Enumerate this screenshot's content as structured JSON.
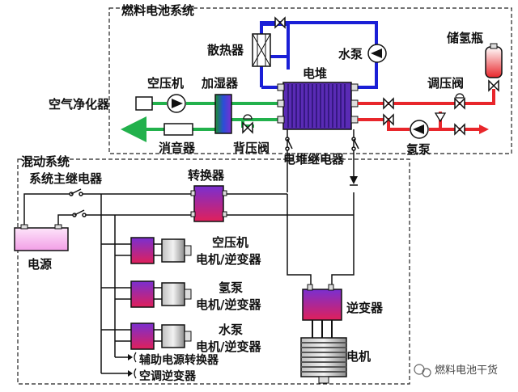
{
  "labels": {
    "fuel_cell_system": "燃料电池系统",
    "hybrid_system": "混动系统",
    "radiator": "散热器",
    "water_pump": "水泵",
    "hydrogen_tank": "储氢瓶",
    "pressure_regulator": "调压阀",
    "stack": "电堆",
    "air_compressor": "空压机",
    "humidifier": "加湿器",
    "air_filter": "空气净化器",
    "muffler": "消音器",
    "back_pressure_valve": "背压阀",
    "stack_relay": "电堆继电器",
    "hydrogen_pump": "氢泵",
    "main_relay": "系统主继电器",
    "converter": "转换器",
    "power_source": "电源",
    "compressor_motor_1": "空压机",
    "compressor_motor_2": "电机/逆变器",
    "h2_pump_motor_1": "氢泵",
    "h2_pump_motor_2": "电机/逆变器",
    "water_pump_motor_1": "水泵",
    "water_pump_motor_2": "电机/逆变器",
    "inverter": "逆变器",
    "aux_converter": "辅助电源转换器",
    "ac_inverter": "空调逆变器",
    "motor": "电机"
  },
  "watermark": "燃料电池干货",
  "colors": {
    "air_line": "#22b14c",
    "hydrogen_line": "#e8262b",
    "coolant_line": "#1a1fd6",
    "wire": "#111111",
    "stack_body": "#5a2bb5",
    "battery": "#f6c6f0"
  }
}
